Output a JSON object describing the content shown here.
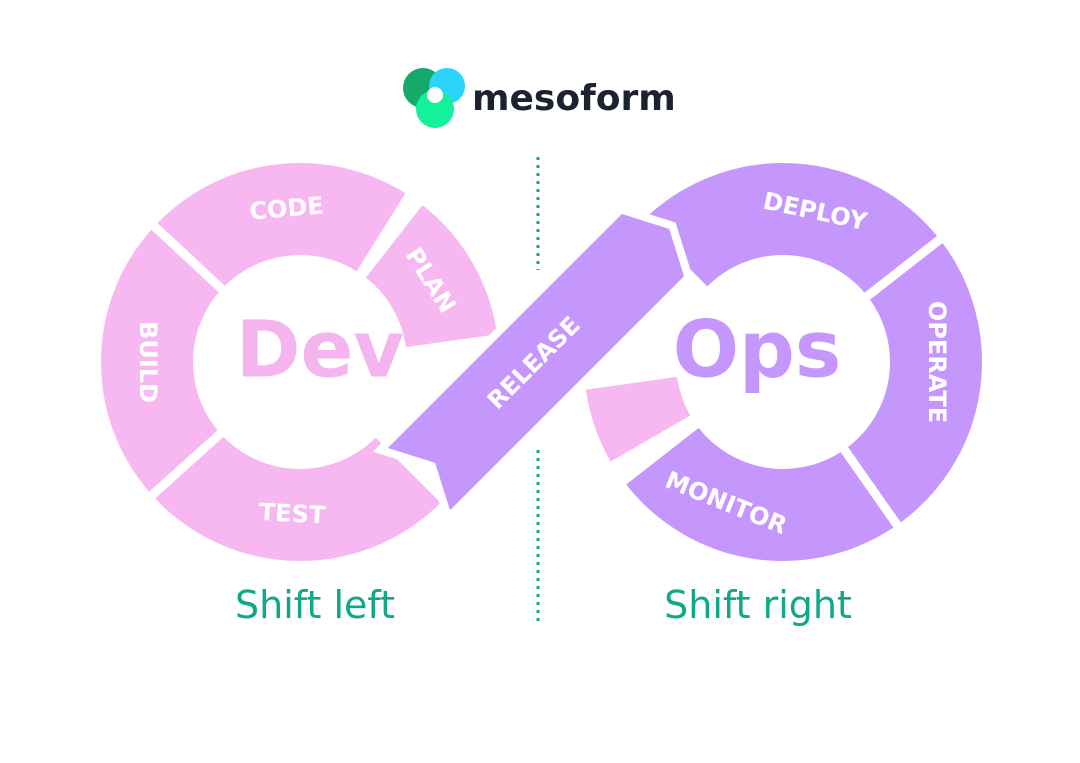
{
  "logo": {
    "name": "mesoform"
  },
  "diagram": {
    "left_title": "Dev",
    "right_title": "Ops",
    "left_caption": "Shift left",
    "right_caption": "Shift right",
    "stages": {
      "code": "CODE",
      "plan": "PLAN",
      "build": "BUILD",
      "test": "TEST",
      "release": "RELEASE",
      "deploy": "DEPLOY",
      "operate": "OPERATE",
      "monitor": "MONITOR"
    }
  },
  "colors": {
    "dev": "#f7b7f1",
    "ops": "#c597fd",
    "accent": "#0fa889",
    "text": "#1c2230"
  }
}
